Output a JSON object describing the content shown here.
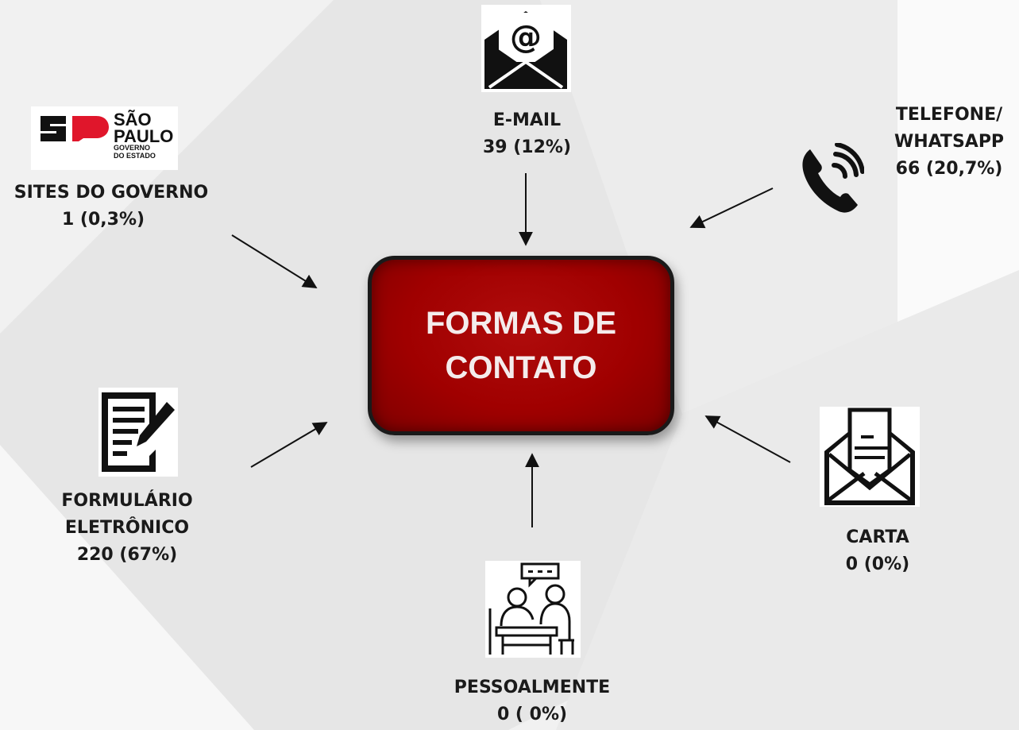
{
  "diagram": {
    "center_title_line1": "FORMAS DE",
    "center_title_line2": "CONTATO",
    "colors": {
      "center_fill": "#a00000",
      "center_text": "#f4ecec",
      "label_text": "#1a1a1a",
      "background": "#f1f1f1"
    },
    "nodes": {
      "email": {
        "icon": "email-envelope-icon",
        "name": "E-MAIL",
        "value": "39 (12%)"
      },
      "telefone": {
        "icon": "phone-icon",
        "name_line1": "TELEFONE/",
        "name_line2": "WHATSAPP",
        "value": "66 (20,7%)"
      },
      "sites": {
        "icon": "sao-paulo-logo",
        "name": "SITES DO GOVERNO",
        "value": "1 (0,3%)",
        "logo_text_line1": "SÃO",
        "logo_text_line2": "PAULO",
        "logo_small_line1": "GOVERNO",
        "logo_small_line2": "DO ESTADO"
      },
      "formulario": {
        "icon": "form-pencil-icon",
        "name_line1": "FORMULÁRIO",
        "name_line2": "ELETRÔNICO",
        "value": "220 (67%)"
      },
      "carta": {
        "icon": "letter-envelope-icon",
        "name": "CARTA",
        "value": "0 (0%)"
      },
      "pessoalmente": {
        "icon": "meeting-people-icon",
        "name": "PESSOALMENTE",
        "value": "0 ( 0%)"
      }
    }
  }
}
